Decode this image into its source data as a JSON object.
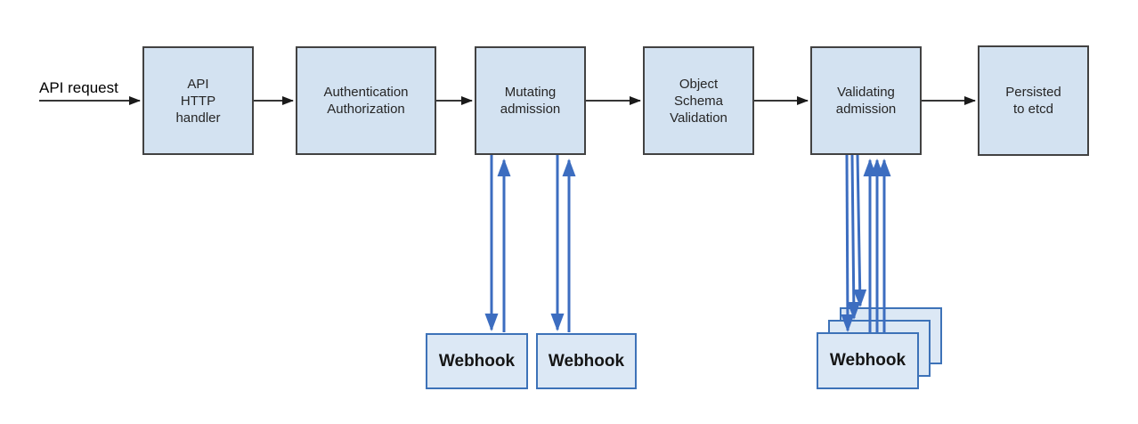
{
  "labels": {
    "input": "API request"
  },
  "pipeline": [
    {
      "id": "api-http-handler",
      "lines": [
        "API",
        "HTTP",
        "handler"
      ]
    },
    {
      "id": "authentication-authorization",
      "lines": [
        "Authentication",
        "Authorization"
      ]
    },
    {
      "id": "mutating-admission",
      "lines": [
        "Mutating",
        "admission"
      ]
    },
    {
      "id": "object-schema-validation",
      "lines": [
        "Object",
        "Schema",
        "Validation"
      ]
    },
    {
      "id": "validating-admission",
      "lines": [
        "Validating",
        "admission"
      ]
    },
    {
      "id": "persisted-to-etcd",
      "lines": [
        "Persisted",
        "to etcd"
      ]
    }
  ],
  "mutating_webhooks": [
    "Webhook",
    "Webhook"
  ],
  "validating_webhooks": [
    "Webhook",
    "Webhook",
    "Webhook"
  ],
  "colors": {
    "stage_fill": "#d3e2f1",
    "stage_border": "#424242",
    "webhook_fill": "#dce8f5",
    "webhook_border": "#3d72b8",
    "flow_arrow": "#1a1a1a",
    "webhook_arrow": "#3c6dc0"
  }
}
